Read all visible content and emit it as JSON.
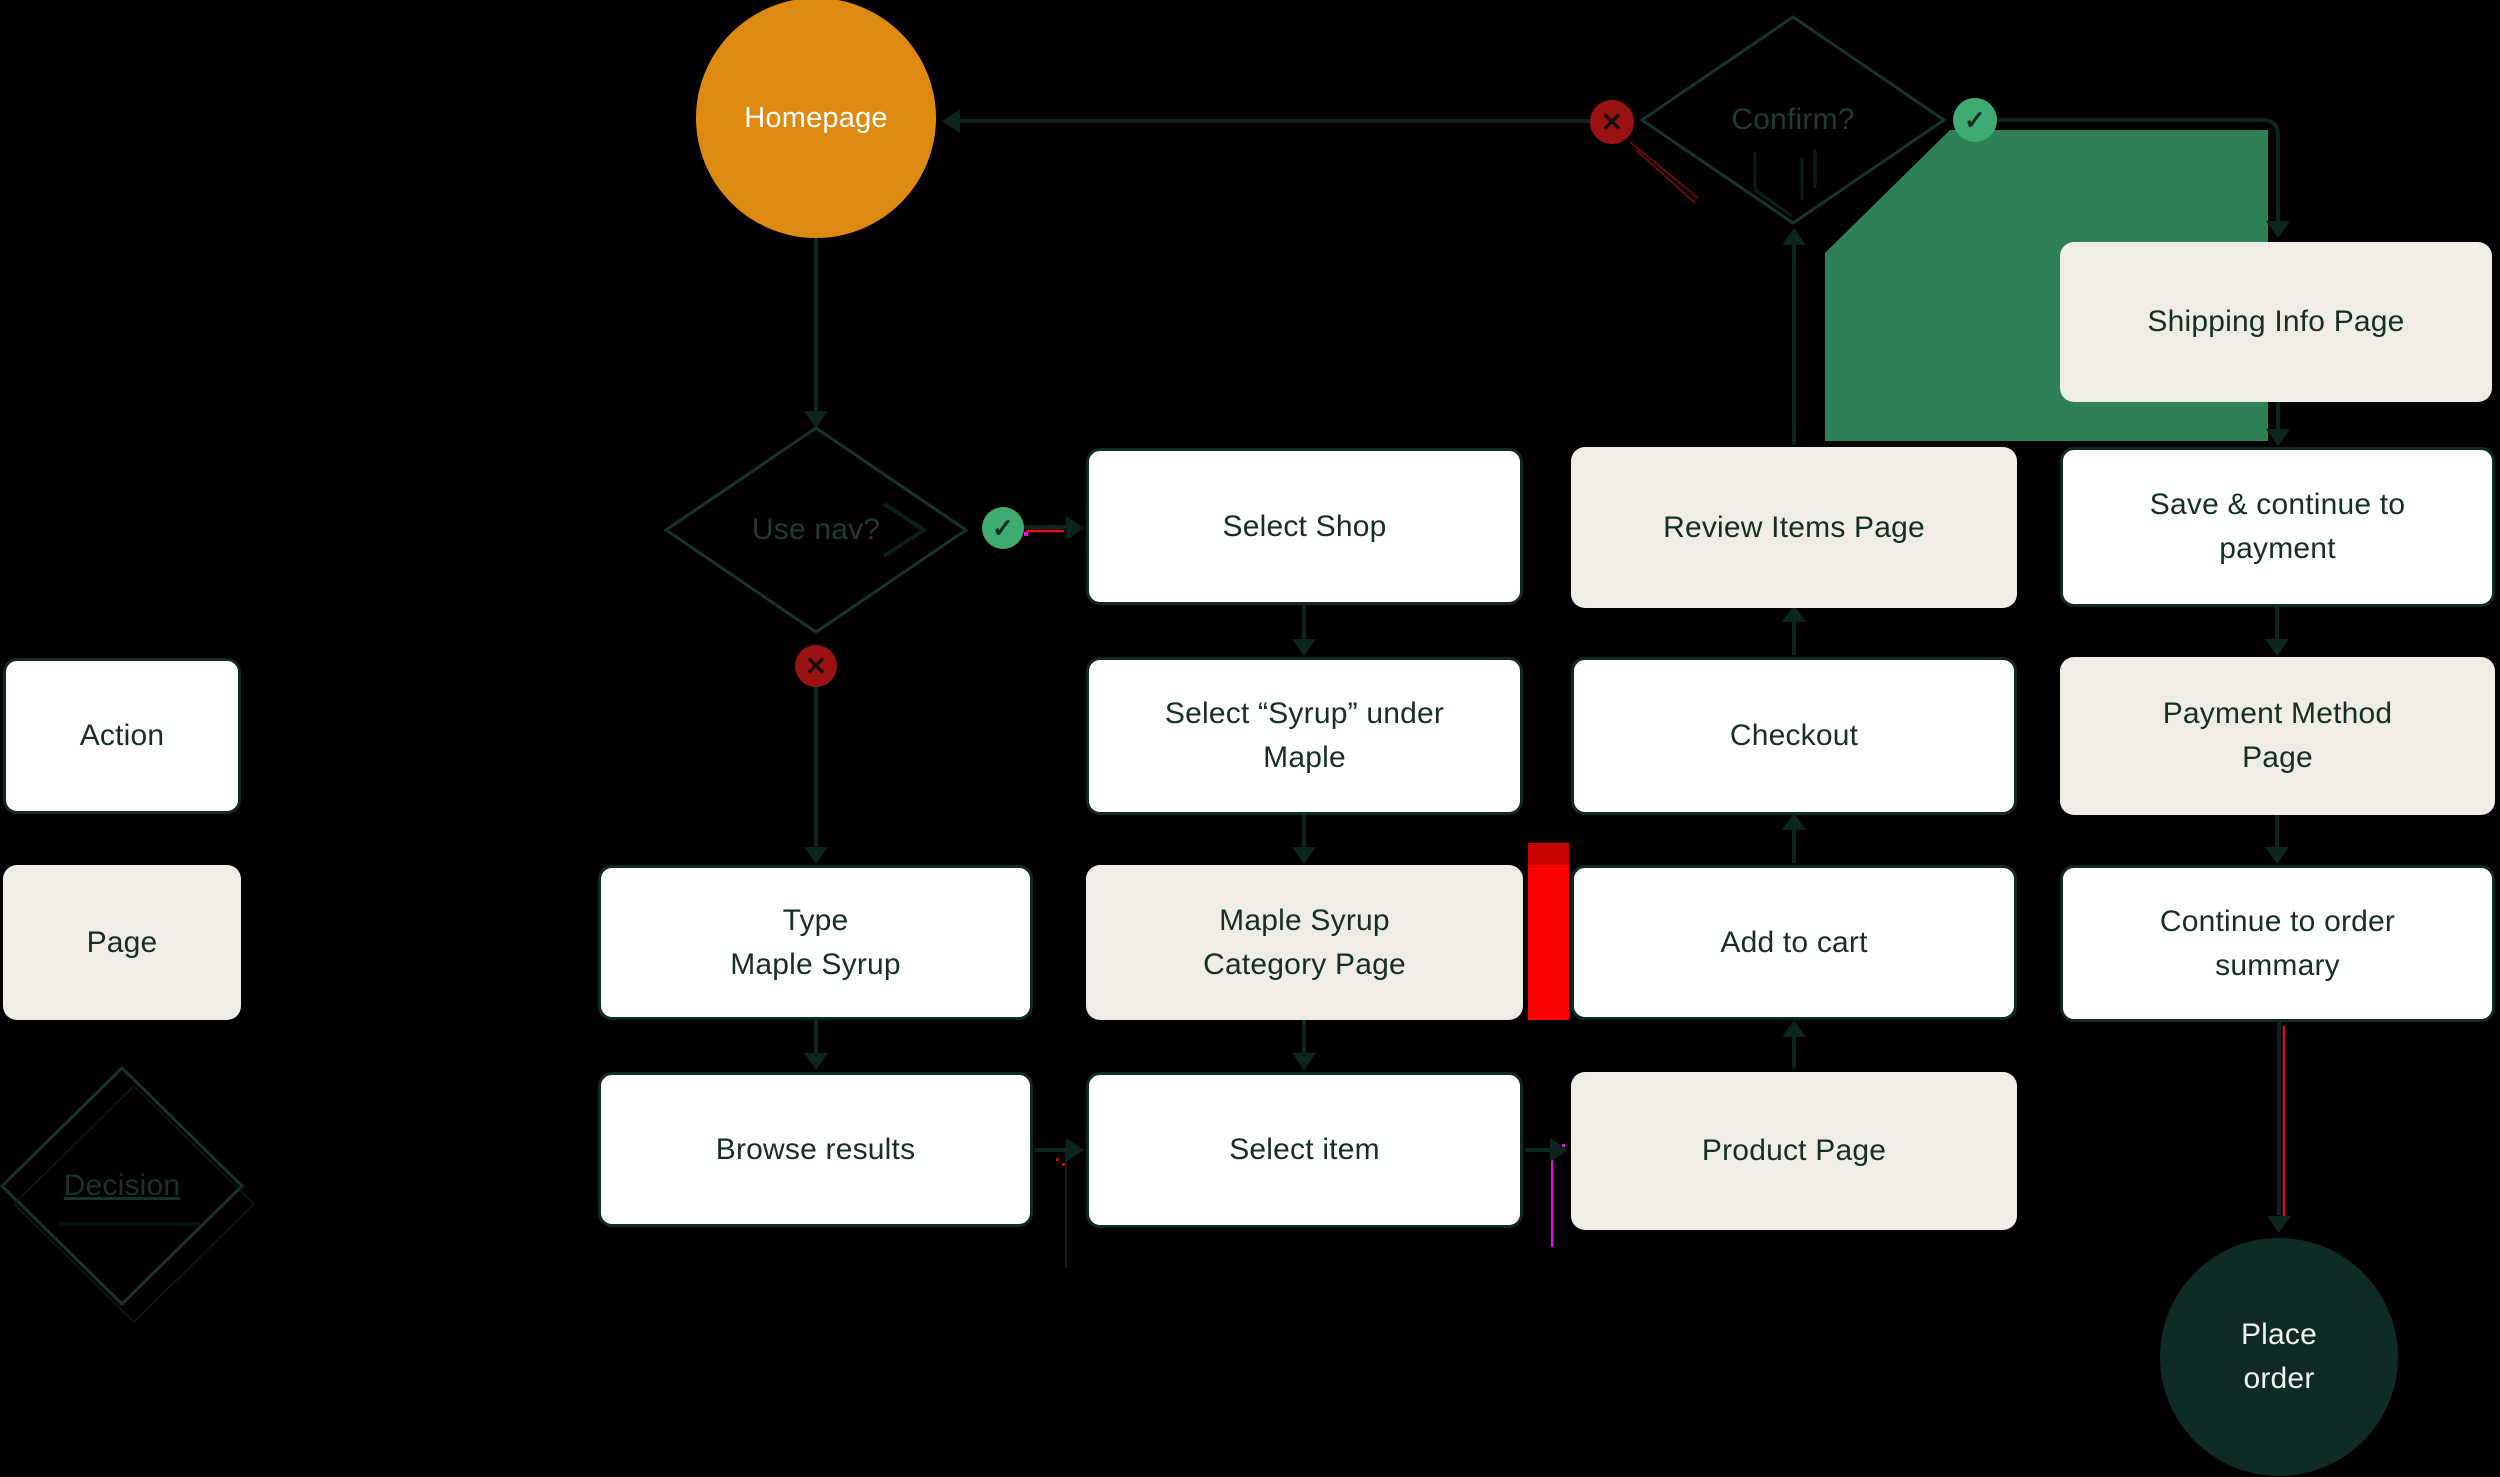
{
  "nodes": {
    "homepage": {
      "label": "Homepage",
      "type": "start"
    },
    "confirm": {
      "label": "Confirm?",
      "type": "decision"
    },
    "use_nav": {
      "label": "Use nav?",
      "type": "decision"
    },
    "shipping_info": {
      "label": "Shipping Info Page",
      "type": "page"
    },
    "select_shop": {
      "label": "Select Shop",
      "type": "action"
    },
    "review_items": {
      "label": "Review Items Page",
      "type": "page"
    },
    "save_continue": {
      "label": "Save & continue to\npayment",
      "type": "action"
    },
    "select_syrup": {
      "label": "Select “Syrup” under\nMaple",
      "type": "action"
    },
    "checkout": {
      "label": "Checkout",
      "type": "action"
    },
    "payment_method": {
      "label": "Payment Method\nPage",
      "type": "page"
    },
    "type_maple": {
      "label": "Type\nMaple Syrup",
      "type": "action"
    },
    "maple_category": {
      "label": "Maple Syrup\nCategory Page",
      "type": "page"
    },
    "add_to_cart": {
      "label": "Add to cart",
      "type": "action"
    },
    "continue_summary": {
      "label": "Continue to order\nsummary",
      "type": "action"
    },
    "browse_results": {
      "label": "Browse results",
      "type": "action"
    },
    "select_item": {
      "label": "Select item",
      "type": "action"
    },
    "product_page": {
      "label": "Product Page",
      "type": "page"
    },
    "place_order": {
      "label": "Place\norder",
      "type": "terminal"
    }
  },
  "legend": {
    "action": {
      "label": "Action"
    },
    "page": {
      "label": "Page"
    },
    "decision": {
      "label": "Decision"
    }
  },
  "icons": {
    "check": "✓",
    "cross": "✕"
  },
  "colors": {
    "background": "#000000",
    "action_box": "#ffffff",
    "page_box": "#f0ede4",
    "start_node": "#de8a10",
    "terminal_node": "#0e2b26",
    "flow_line": "#0c241e",
    "yes_badge": "#3eac71",
    "no_badge": "#9a1212",
    "highlight_green": "#2e8055",
    "glitch_red_bar": "#fb0300",
    "glitch_magenta": "#ff00ff",
    "glitch_red_line": "#d91111"
  }
}
